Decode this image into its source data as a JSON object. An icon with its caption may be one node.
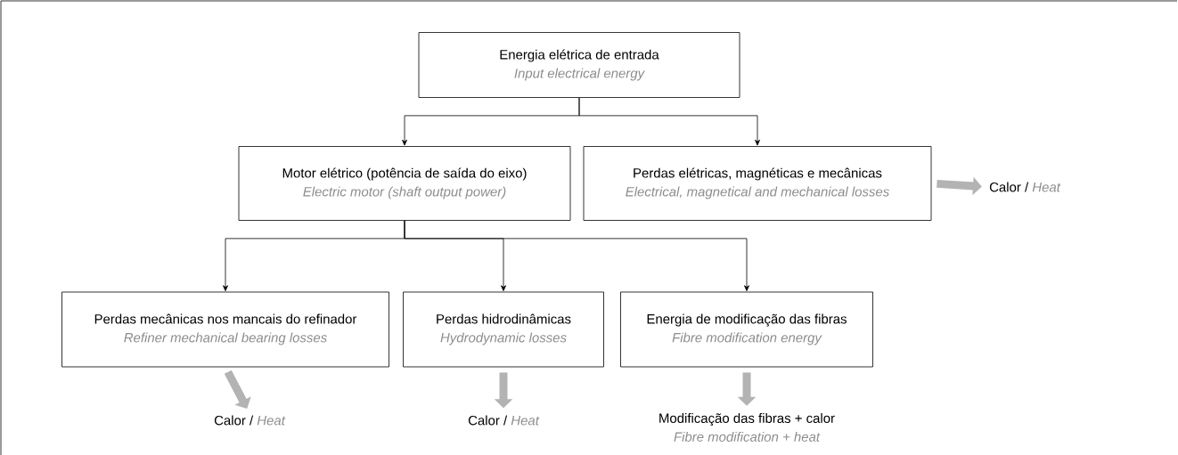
{
  "diagram": {
    "nodes": [
      {
        "text": [
          "Energia elétrica de entrada",
          "Input electrical energy"
        ]
      },
      {
        "text": [
          "Motor elétrico (potência de saída do eixo)",
          "Electric motor (shaft output power)"
        ]
      },
      {
        "text": [
          "Perdas elétricas, magnéticas e mecânicas",
          "Electrical, magnetical and mechanical losses"
        ]
      },
      {
        "text": [
          "Calor /",
          "Heat"
        ]
      },
      {
        "text": [
          "Perdas mecânicas nos mancais do refinador",
          "Refiner mechanical bearing losses"
        ]
      },
      {
        "text": [
          "Perdas hidrodinâmicas",
          "Hydrodynamic losses"
        ]
      },
      {
        "text": [
          "Energia de modificação das fibras",
          "Fibre modification energy"
        ]
      },
      {
        "text": [
          "Calor /",
          "Heat"
        ]
      },
      {
        "text": [
          "Calor /",
          "Heat"
        ]
      },
      {
        "text": [
          "Modificação das fibras + calor",
          "Fibre modification + heat"
        ]
      }
    ],
    "edges": [
      {
        "from": 0,
        "to": 1,
        "arrow": "to"
      },
      {
        "from": 0,
        "to": 2,
        "arrow": "to"
      },
      {
        "from": 1,
        "to": 4,
        "arrow": "to"
      },
      {
        "from": 1,
        "to": 5,
        "arrow": "to"
      },
      {
        "from": 1,
        "to": 6,
        "arrow": "to"
      },
      {
        "from": 2,
        "to": 3,
        "arrow": "to",
        "style": "thick",
        "color": "#b3b3b3"
      },
      {
        "from": 4,
        "to": 7,
        "arrow": "to",
        "style": "thick",
        "color": "#b3b3b3"
      },
      {
        "from": 5,
        "to": 8,
        "arrow": "to",
        "style": "thick",
        "color": "#b3b3b3"
      },
      {
        "from": 6,
        "to": 9,
        "arrow": "to",
        "style": "thick",
        "color": "#b3b3b3"
      }
    ]
  }
}
